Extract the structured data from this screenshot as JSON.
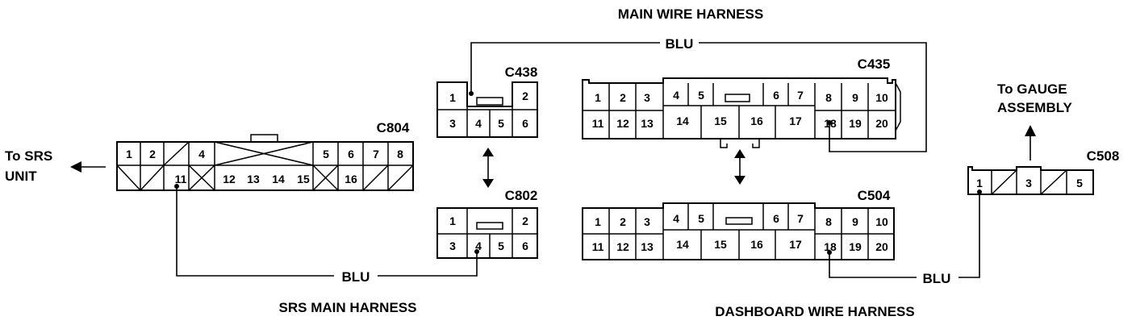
{
  "titles": {
    "main_harness": "MAIN WIRE HARNESS",
    "srs_main_harness": "SRS MAIN HARNESS",
    "dashboard_harness": "DASHBOARD WIRE HARNESS"
  },
  "connectors": {
    "c438": "C438",
    "c802": "C802",
    "c435": "C435",
    "c504": "C504",
    "c804": "C804",
    "c508": "C508"
  },
  "destinations": {
    "srs_line1": "To SRS",
    "srs_line2": "UNIT",
    "gauge_line1": "To GAUGE",
    "gauge_line2": "ASSEMBLY"
  },
  "wires": {
    "top": "BLU",
    "bottom_left": "BLU",
    "bottom_right": "BLU"
  },
  "pins": {
    "c438": [
      "1",
      "2",
      "3",
      "4",
      "5",
      "6"
    ],
    "c802": [
      "1",
      "2",
      "3",
      "4",
      "5",
      "6"
    ],
    "c435": [
      "1",
      "2",
      "3",
      "4",
      "5",
      "6",
      "7",
      "8",
      "9",
      "10",
      "11",
      "12",
      "13",
      "14",
      "15",
      "16",
      "17",
      "18",
      "19",
      "20"
    ],
    "c504": [
      "1",
      "2",
      "3",
      "4",
      "5",
      "6",
      "7",
      "8",
      "9",
      "10",
      "11",
      "12",
      "13",
      "14",
      "15",
      "16",
      "17",
      "18",
      "19",
      "20"
    ],
    "c804": [
      "1",
      "2",
      "4",
      "5",
      "6",
      "7",
      "8",
      "11",
      "12",
      "13",
      "14",
      "15",
      "16"
    ],
    "c508": [
      "1",
      "3",
      "5"
    ]
  }
}
